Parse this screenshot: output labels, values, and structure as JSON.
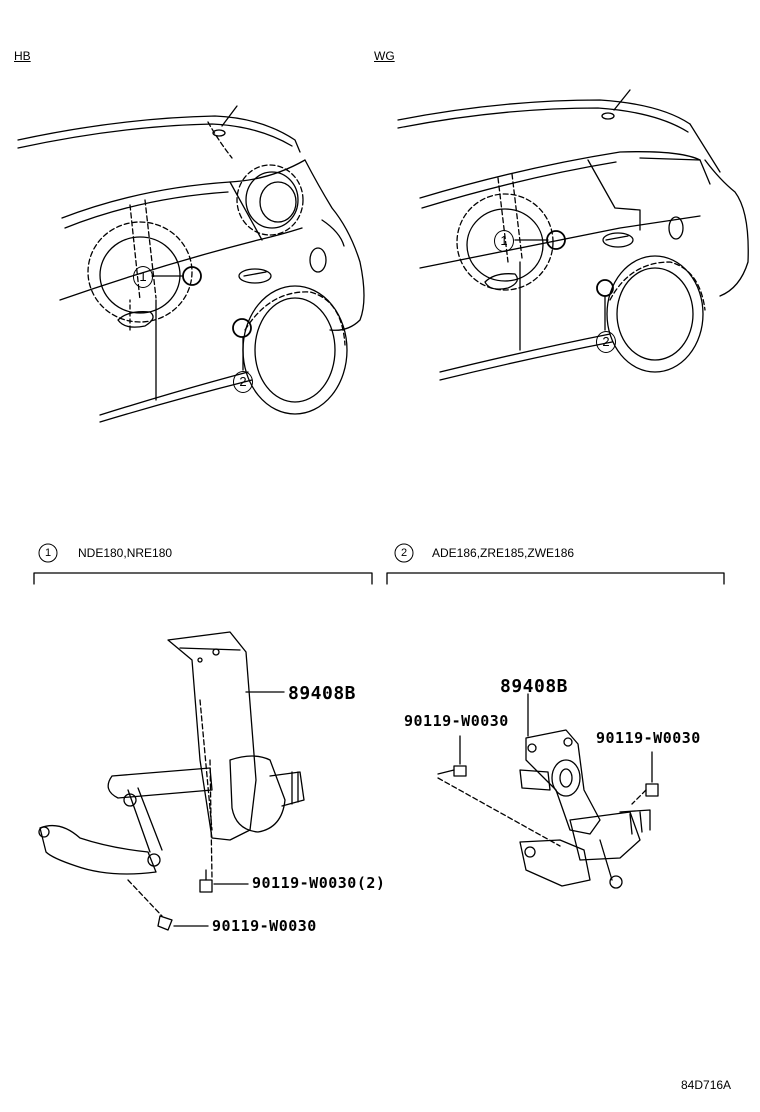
{
  "variants": {
    "left": "HB",
    "right": "WG"
  },
  "callouts": {
    "one": {
      "number": "1",
      "models": "NDE180,NRE180"
    },
    "two": {
      "number": "2",
      "models": "ADE186,ZRE185,ZWE186"
    }
  },
  "parts": {
    "left_sensor": "89408B",
    "left_bolt_pair": "90119-W0030(2)",
    "left_bolt": "90119-W0030",
    "right_sensor": "89408B",
    "right_bolt_a": "90119-W0030",
    "right_bolt_b": "90119-W0030"
  },
  "diagram_code": "84D716A"
}
